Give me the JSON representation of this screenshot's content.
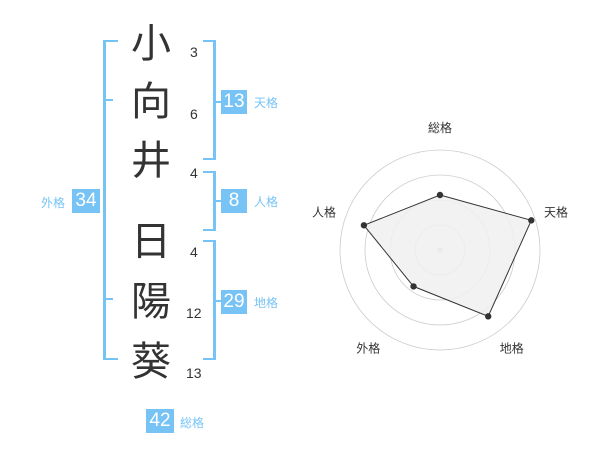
{
  "name": {
    "characters": [
      {
        "char": "小",
        "strokes": "3"
      },
      {
        "char": "向",
        "strokes": "6"
      },
      {
        "char": "井",
        "strokes": "4"
      },
      {
        "char": "日",
        "strokes": "4"
      },
      {
        "char": "陽",
        "strokes": "12"
      },
      {
        "char": "葵",
        "strokes": "13"
      }
    ]
  },
  "fortune": {
    "tenkaku": {
      "value": "13",
      "label": "天格"
    },
    "jinkaku": {
      "value": "8",
      "label": "人格"
    },
    "chikaku": {
      "value": "29",
      "label": "地格"
    },
    "gaikaku": {
      "value": "34",
      "label": "外格"
    },
    "soukaku": {
      "value": "42",
      "label": "総格"
    }
  },
  "colors": {
    "accent": "#77c3f5",
    "text": "#333333",
    "radar_fill": "#f0f0f0",
    "radar_ring": "#cccccc"
  },
  "chart_data": {
    "type": "radar",
    "axes": [
      "総格",
      "天格",
      "地格",
      "外格",
      "人格"
    ],
    "values": [
      0.55,
      0.96,
      0.82,
      0.45,
      0.8
    ],
    "range": [
      0,
      1
    ],
    "rings": 4
  }
}
